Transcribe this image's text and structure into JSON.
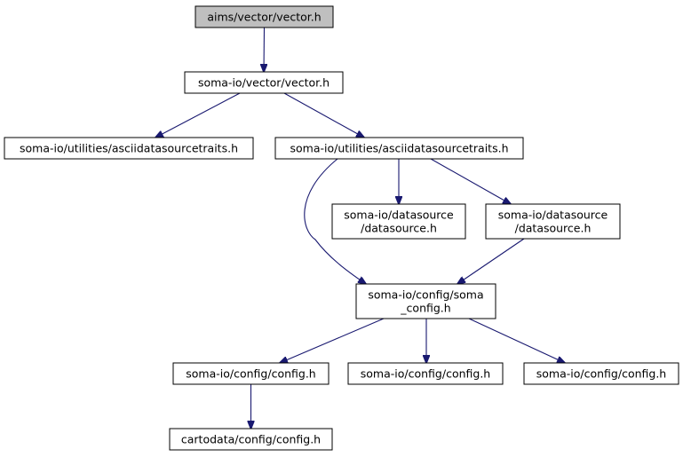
{
  "diagram": {
    "type": "include-dependency-graph",
    "colors": {
      "edge": "#191970",
      "root_fill": "#bfbfbf",
      "node_fill": "#ffffff",
      "border": "#000000"
    },
    "nodes": [
      {
        "id": "n0",
        "lines": [
          "aims/vector/vector.h"
        ],
        "root": true
      },
      {
        "id": "n1",
        "lines": [
          "soma-io/vector/vector.h"
        ]
      },
      {
        "id": "n2",
        "lines": [
          "soma-io/utilities/asciidatasourcetraits.h"
        ]
      },
      {
        "id": "n3",
        "lines": [
          "soma-io/utilities/asciidatasourcetraits.h"
        ]
      },
      {
        "id": "n4",
        "lines": [
          "soma-io/datasource",
          "/datasource.h"
        ]
      },
      {
        "id": "n5",
        "lines": [
          "soma-io/datasource",
          "/datasource.h"
        ]
      },
      {
        "id": "n6",
        "lines": [
          "soma-io/config/soma",
          "_config.h"
        ]
      },
      {
        "id": "n7",
        "lines": [
          "soma-io/config/config.h"
        ]
      },
      {
        "id": "n8",
        "lines": [
          "soma-io/config/config.h"
        ]
      },
      {
        "id": "n9",
        "lines": [
          "soma-io/config/config.h"
        ]
      },
      {
        "id": "n10",
        "lines": [
          "cartodata/config/config.h"
        ]
      }
    ],
    "edges": [
      {
        "from": "n0",
        "to": "n1"
      },
      {
        "from": "n1",
        "to": "n2"
      },
      {
        "from": "n1",
        "to": "n3"
      },
      {
        "from": "n3",
        "to": "n4"
      },
      {
        "from": "n3",
        "to": "n5"
      },
      {
        "from": "n3",
        "to": "n6"
      },
      {
        "from": "n5",
        "to": "n6"
      },
      {
        "from": "n6",
        "to": "n7"
      },
      {
        "from": "n6",
        "to": "n8"
      },
      {
        "from": "n6",
        "to": "n9"
      },
      {
        "from": "n7",
        "to": "n10"
      }
    ]
  }
}
